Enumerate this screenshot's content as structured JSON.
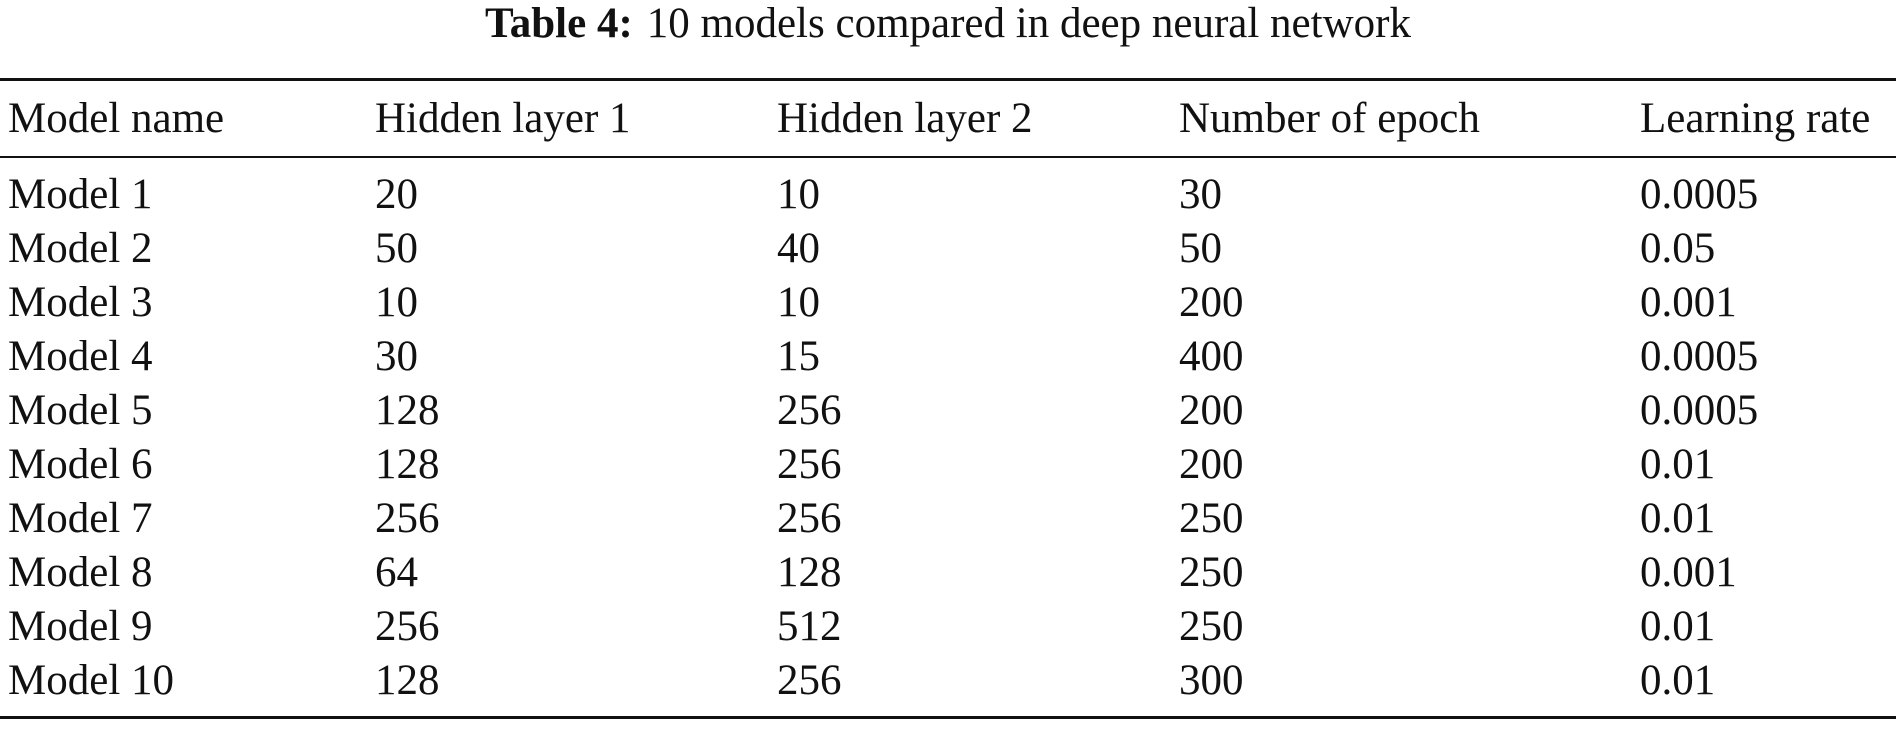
{
  "caption": {
    "label": "Table 4:",
    "text": "10 models compared in deep neural network"
  },
  "table": {
    "headers": [
      "Model name",
      "Hidden layer 1",
      "Hidden layer 2",
      "Number of epoch",
      "Learning rate"
    ],
    "rows": [
      [
        "Model 1",
        "20",
        "10",
        "30",
        "0.0005"
      ],
      [
        "Model 2",
        "50",
        "40",
        "50",
        "0.05"
      ],
      [
        "Model 3",
        "10",
        "10",
        "200",
        "0.001"
      ],
      [
        "Model 4",
        "30",
        "15",
        "400",
        "0.0005"
      ],
      [
        "Model 5",
        "128",
        "256",
        "200",
        "0.0005"
      ],
      [
        "Model 6",
        "128",
        "256",
        "200",
        "0.01"
      ],
      [
        "Model 7",
        "256",
        "256",
        "250",
        "0.01"
      ],
      [
        "Model 8",
        "64",
        "128",
        "250",
        "0.001"
      ],
      [
        "Model 9",
        "256",
        "512",
        "250",
        "0.01"
      ],
      [
        "Model 10",
        "128",
        "256",
        "300",
        "0.01"
      ]
    ]
  }
}
